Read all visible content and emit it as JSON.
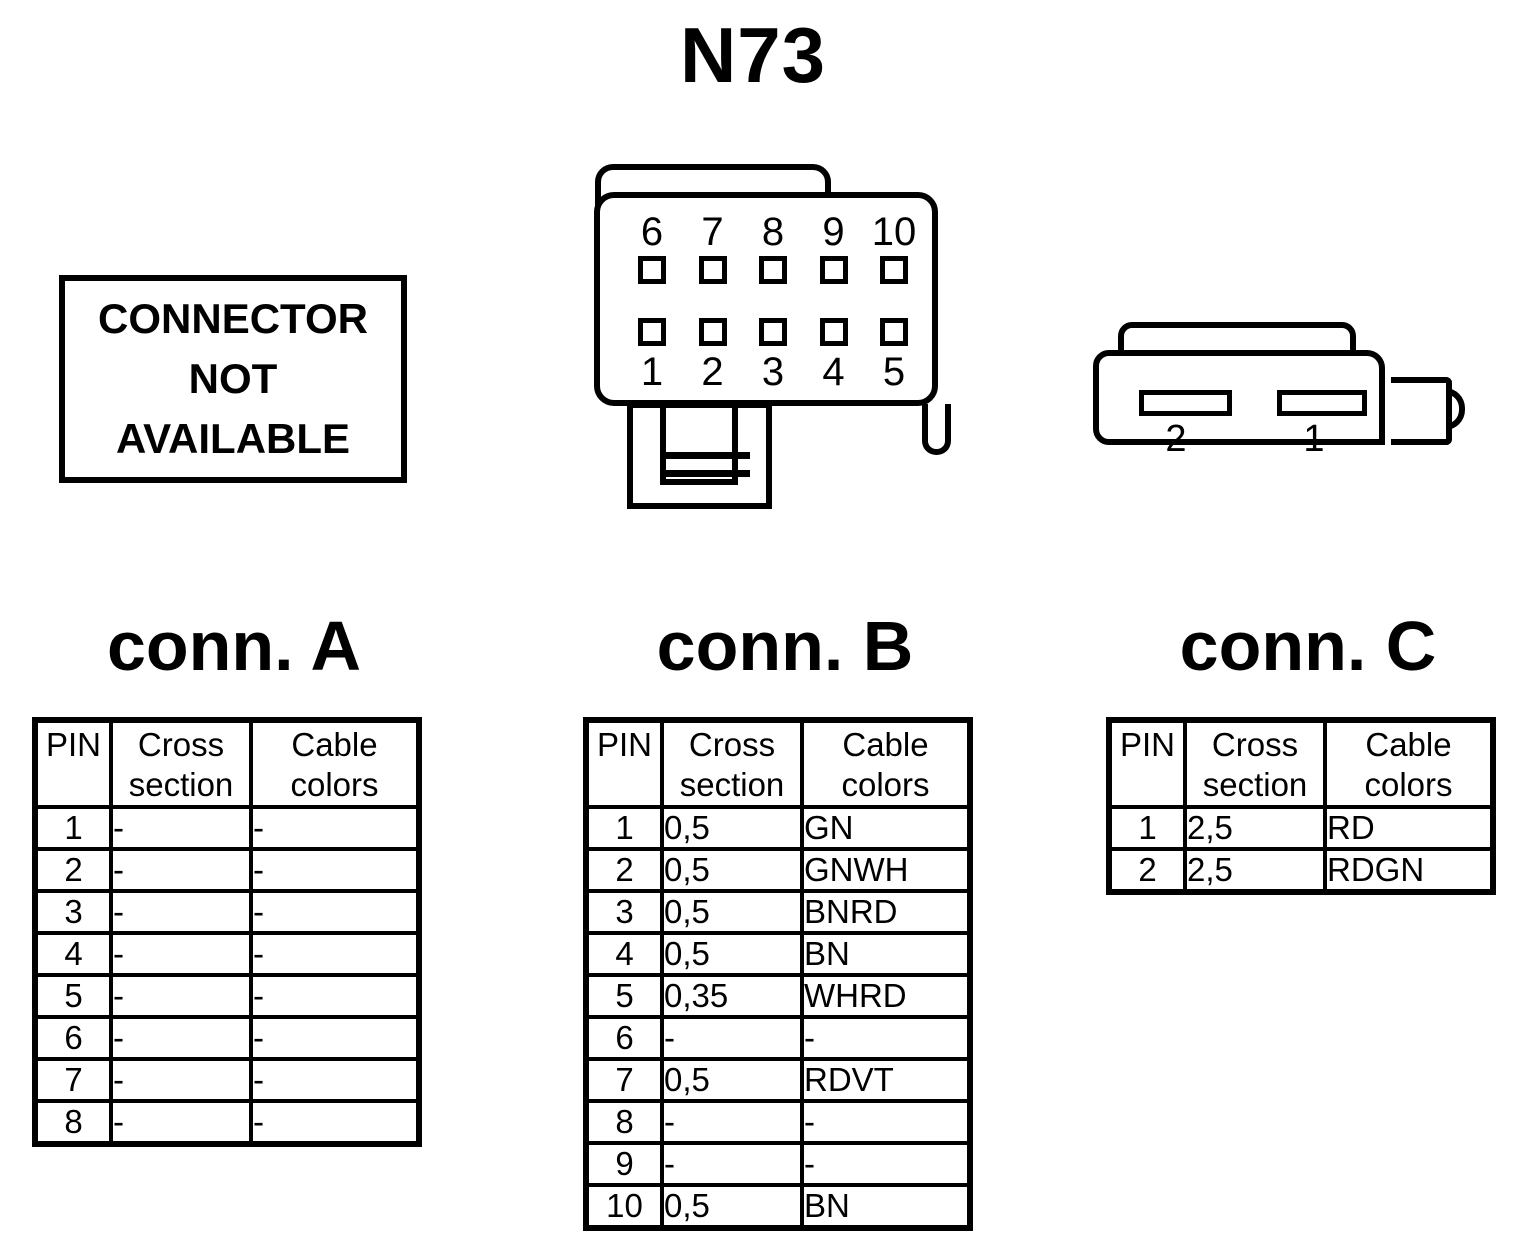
{
  "page_title": "N73",
  "na_box": {
    "lines": [
      "CONNECTOR",
      "NOT",
      "AVAILABLE"
    ]
  },
  "connector_b_drawing": {
    "top_pins": [
      "6",
      "7",
      "8",
      "9",
      "10"
    ],
    "bottom_pins": [
      "1",
      "2",
      "3",
      "4",
      "5"
    ]
  },
  "connector_c_drawing": {
    "slots": [
      {
        "label": "2"
      },
      {
        "label": "1"
      }
    ]
  },
  "tables": [
    {
      "id": "conn-a",
      "title": "conn. A",
      "headers": [
        "PIN",
        "Cross\nsection",
        "Cable\ncolors"
      ],
      "rows": [
        [
          "1",
          "-",
          "-"
        ],
        [
          "2",
          "-",
          "-"
        ],
        [
          "3",
          "-",
          "-"
        ],
        [
          "4",
          "-",
          "-"
        ],
        [
          "5",
          "-",
          "-"
        ],
        [
          "6",
          "-",
          "-"
        ],
        [
          "7",
          "-",
          "-"
        ],
        [
          "8",
          "-",
          "-"
        ]
      ]
    },
    {
      "id": "conn-b",
      "title": "conn. B",
      "headers": [
        "PIN",
        "Cross\nsection",
        "Cable\ncolors"
      ],
      "rows": [
        [
          "1",
          "0,5",
          "GN"
        ],
        [
          "2",
          "0,5",
          "GNWH"
        ],
        [
          "3",
          "0,5",
          "BNRD"
        ],
        [
          "4",
          "0,5",
          "BN"
        ],
        [
          "5",
          "0,35",
          "WHRD"
        ],
        [
          "6",
          "-",
          "-"
        ],
        [
          "7",
          "0,5",
          "RDVT"
        ],
        [
          "8",
          "-",
          "-"
        ],
        [
          "9",
          "-",
          "-"
        ],
        [
          "10",
          "0,5",
          "BN"
        ]
      ]
    },
    {
      "id": "conn-c",
      "title": "conn. C",
      "headers": [
        "PIN",
        "Cross\nsection",
        "Cable\ncolors"
      ],
      "rows": [
        [
          "1",
          "2,5",
          "RD"
        ],
        [
          "2",
          "2,5",
          "RDGN"
        ]
      ]
    }
  ],
  "colors": {
    "ink": "#000000",
    "paper": "#ffffff"
  }
}
